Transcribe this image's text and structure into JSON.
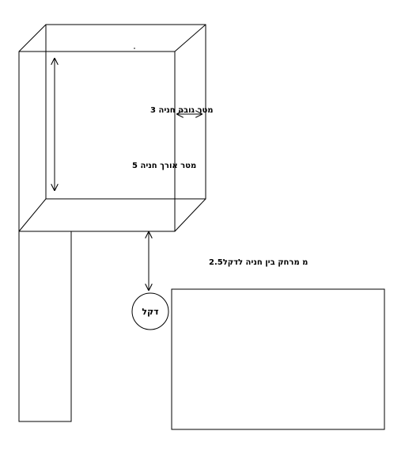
{
  "labels": {
    "height": "מטר גובה חניה 3",
    "length": "מטר אורך חניה 5",
    "distance": "מ מרחק בין חניה לדקל2.5",
    "palm": "דקל"
  }
}
